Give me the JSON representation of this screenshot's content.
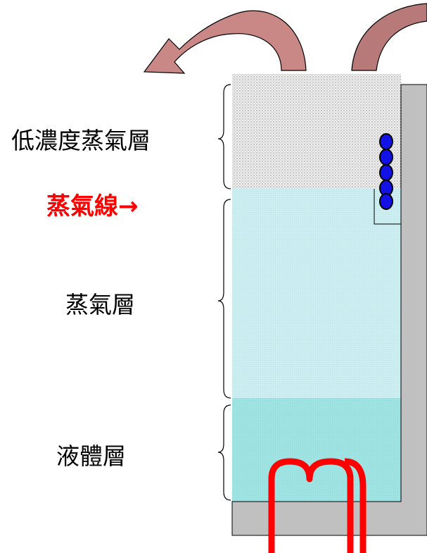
{
  "labels": {
    "low_vapor_layer": "低濃度蒸氣層",
    "vapor_line": "蒸氣線→",
    "vapor_layer": "蒸氣層",
    "liquid_layer": "液體層"
  },
  "colors": {
    "low_vapor_fill": "#eeeeee",
    "low_vapor_dots": "#666666",
    "vapor_fill": "#cdeef0",
    "liquid_fill": "#9fe3e3",
    "tank_gray": "#c0c0c0",
    "heater_red": "#ff0000",
    "coil_blue": "#1212e6",
    "arrow_fill": "#b77a78",
    "arrow_left_fill": "#c98886",
    "vapor_line_label": "#ff0000"
  },
  "icons": {
    "left_arrow": "curved-arrow-left-icon",
    "right_arrow": "curved-arrow-right-icon",
    "coil": "cooling-coil-icon",
    "heater": "heater-coil-icon"
  }
}
